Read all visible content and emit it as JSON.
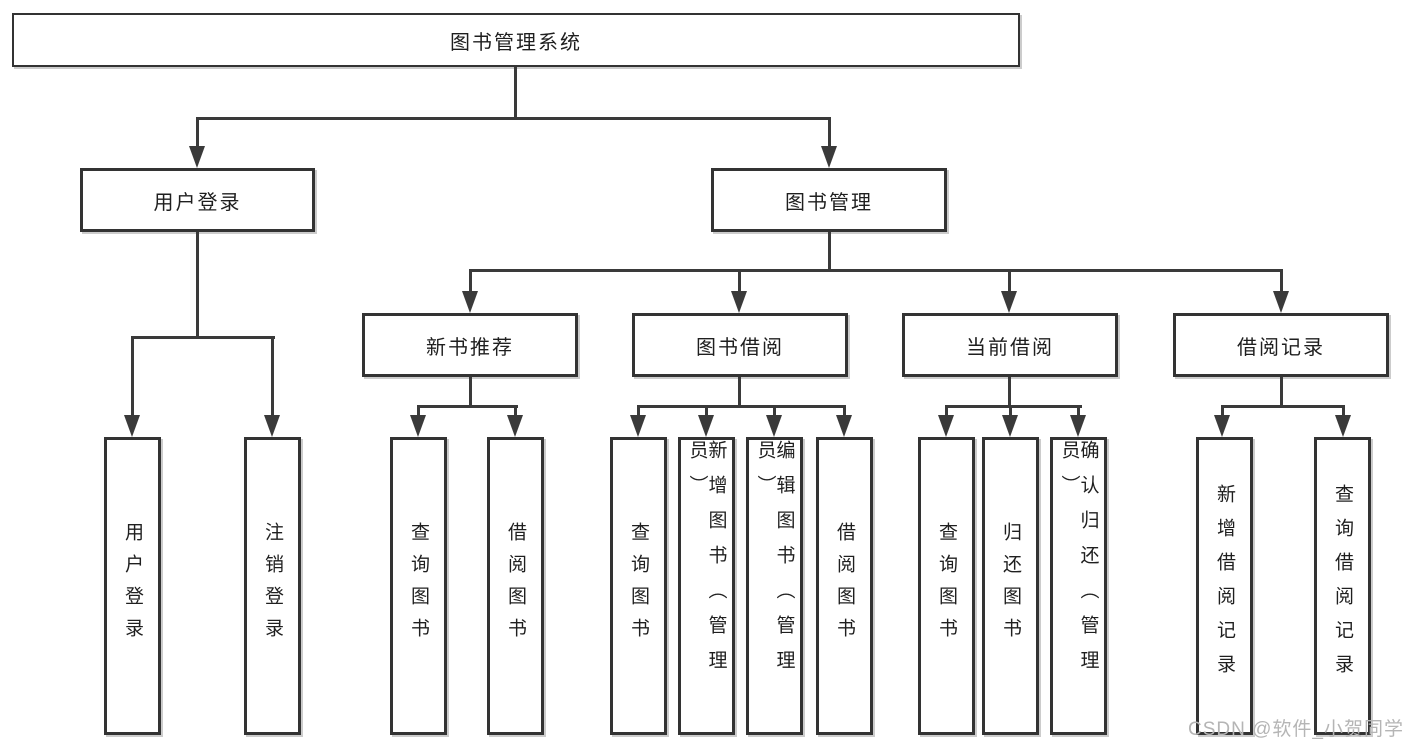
{
  "diagram": {
    "type": "tree-diagram",
    "root": {
      "label": "图书管理系统"
    },
    "level2": [
      {
        "label": "用户登录"
      },
      {
        "label": "图书管理"
      }
    ],
    "level3": [
      {
        "label": "新书推荐",
        "parent": "图书管理"
      },
      {
        "label": "图书借阅",
        "parent": "图书管理"
      },
      {
        "label": "当前借阅",
        "parent": "图书管理"
      },
      {
        "label": "借阅记录",
        "parent": "图书管理"
      }
    ],
    "leaves": [
      {
        "label": "用户登录",
        "parent": "用户登录"
      },
      {
        "label": "注销登录",
        "parent": "用户登录"
      },
      {
        "label": "查询图书",
        "parent": "新书推荐"
      },
      {
        "label": "借阅图书",
        "parent": "新书推荐"
      },
      {
        "label": "查询图书",
        "parent": "图书借阅"
      },
      {
        "label": "新增图书（管理员）",
        "parent": "图书借阅"
      },
      {
        "label": "编辑图书（管理员）",
        "parent": "图书借阅"
      },
      {
        "label": "借阅图书",
        "parent": "图书借阅"
      },
      {
        "label": "查询图书",
        "parent": "当前借阅"
      },
      {
        "label": "归还图书",
        "parent": "当前借阅"
      },
      {
        "label": "确认归还（管理员）",
        "parent": "当前借阅"
      },
      {
        "label": "新增借阅记录",
        "parent": "借阅记录"
      },
      {
        "label": "查询借阅记录",
        "parent": "借阅记录"
      }
    ],
    "watermark": "CSDN @软件_小贺同学",
    "colors": {
      "background": "#ffffff",
      "box_border": "#333333",
      "line": "#3a3a3a",
      "text": "#1f1f1f",
      "watermark": "#b5b5b5"
    }
  }
}
